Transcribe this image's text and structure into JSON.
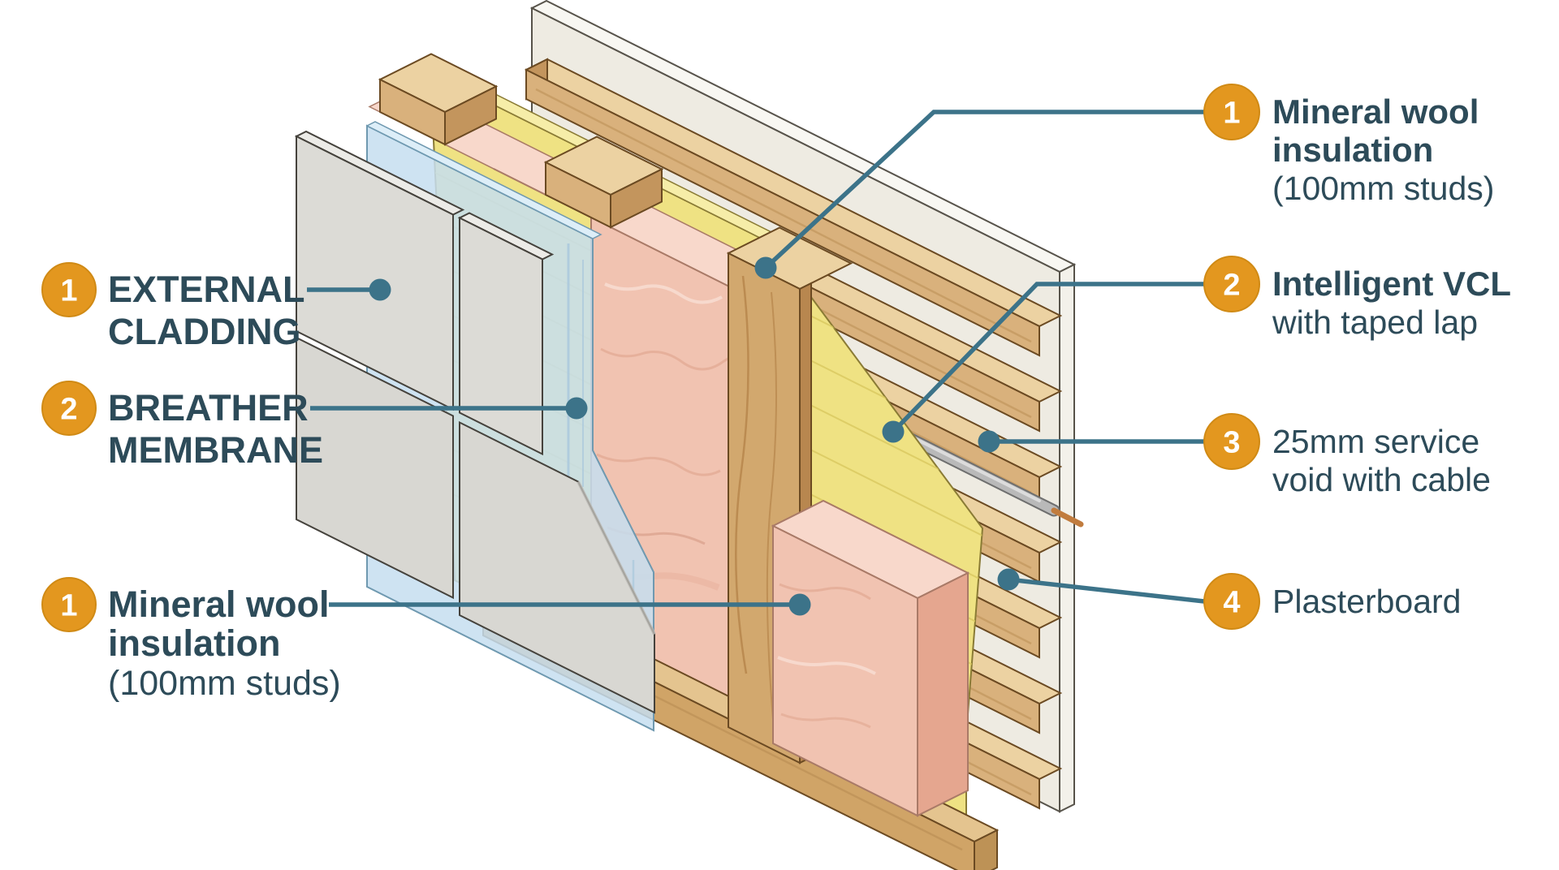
{
  "diagram": {
    "type": "wall-construction-cutaway",
    "subject": "timber frame wall build-up, isometric cutaway"
  },
  "colors": {
    "background": "#ffffff",
    "badge_orange": "#e3971f",
    "leader_teal": "#3c7389",
    "label_text": "#2d4b59",
    "cladding_grey": "#dcdbd6",
    "membrane_blue": "#c6def0",
    "insulation_pink": "#f1c3b1",
    "timber": "#d9b17c",
    "vcl_yellow": "#efe283",
    "plasterboard": "#eeebe2",
    "cable_grey": "#b9b9b9",
    "cable_copper": "#c17c3e"
  },
  "labels": {
    "left": [
      {
        "number": "1",
        "lines": [
          "EXTERNAL",
          "CLADDING"
        ]
      },
      {
        "number": "2",
        "lines": [
          "BREATHER",
          "MEMBRANE"
        ]
      },
      {
        "number": "1",
        "lines": [
          "Mineral wool",
          "insulation",
          "(100mm studs)"
        ]
      }
    ],
    "right": [
      {
        "number": "1",
        "lines": [
          "Mineral wool",
          "insulation",
          "(100mm studs)"
        ]
      },
      {
        "number": "2",
        "lines": [
          "Intelligent VCL",
          "with taped lap"
        ]
      },
      {
        "number": "3",
        "lines": [
          "25mm service",
          "void with cable"
        ]
      },
      {
        "number": "4",
        "lines": [
          "Plasterboard"
        ]
      }
    ]
  }
}
